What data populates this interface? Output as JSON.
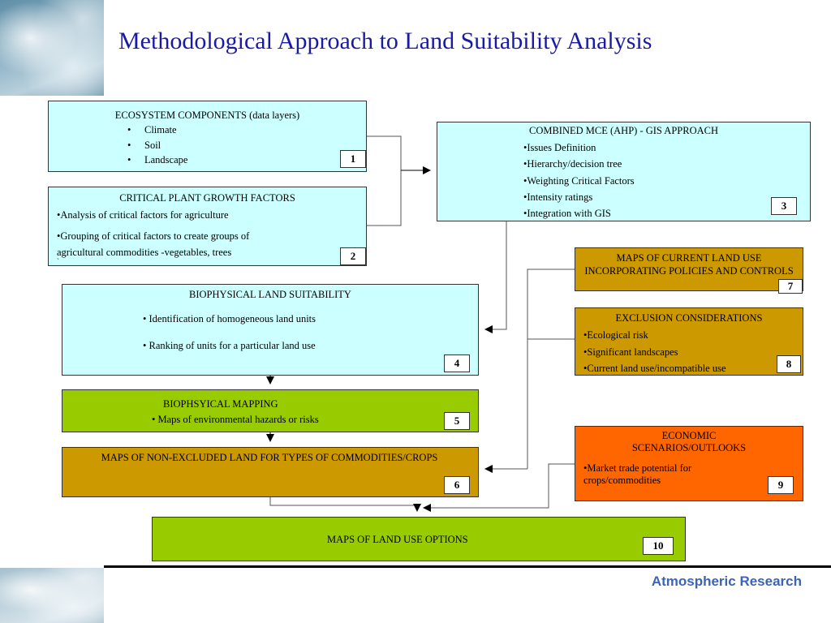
{
  "title": "Methodological Approach to Land Suitability Analysis",
  "footer": "Atmospheric Research",
  "boxes": {
    "b1": {
      "number": "1",
      "heading": "ECOSYSTEM COMPONENTS (data layers)",
      "items": [
        "Climate",
        "Soil",
        "Landscape"
      ],
      "bullet": "•"
    },
    "b2": {
      "number": "2",
      "heading": "CRITICAL PLANT GROWTH FACTORS",
      "items": [
        "•Analysis of critical factors for agriculture",
        "•Grouping of critical factors to create groups of",
        "agricultural commodities -vegetables, trees"
      ],
      "stray": "`"
    },
    "b3": {
      "number": "3",
      "heading": "COMBINED MCE (AHP) - GIS APPROACH",
      "items": [
        "•Issues Definition",
        "•Hierarchy/decision tree",
        "•Weighting Critical Factors",
        "•Intensity ratings",
        "•Integration with GIS"
      ]
    },
    "b4": {
      "number": "4",
      "heading": "BIOPHYSICAL LAND SUITABILITY",
      "items": [
        "• Identification of homogeneous land units",
        "• Ranking of units for a particular land use"
      ]
    },
    "b5": {
      "number": "5",
      "heading": "BIOPHSYICAL MAPPING",
      "items": [
        "• Maps of environmental hazards or risks"
      ]
    },
    "b6": {
      "number": "6",
      "heading": "MAPS OF NON-EXCLUDED LAND FOR TYPES OF COMMODITIES/CROPS"
    },
    "b7": {
      "number": "7",
      "heading": "MAPS OF CURRENT LAND USE INCORPORATING POLICIES AND CONTROLS"
    },
    "b8": {
      "number": "8",
      "heading": "EXCLUSION CONSIDERATIONS",
      "items": [
        "•Ecological risk",
        "•Significant landscapes",
        "•Current land use/incompatible use"
      ]
    },
    "b9": {
      "number": "9",
      "heading": "ECONOMIC SCENARIOS/OUTLOOKS",
      "items": [
        "•Market trade potential for",
        "crops/commodities"
      ]
    },
    "b10": {
      "number": "10",
      "heading": "MAPS OF LAND USE OPTIONS"
    }
  },
  "colors": {
    "title": "#1a1aa6",
    "cyan": "#ccffff",
    "green": "#99cc00",
    "gold": "#cc9900",
    "orange": "#ff6600",
    "footer": "#3b63b8"
  }
}
